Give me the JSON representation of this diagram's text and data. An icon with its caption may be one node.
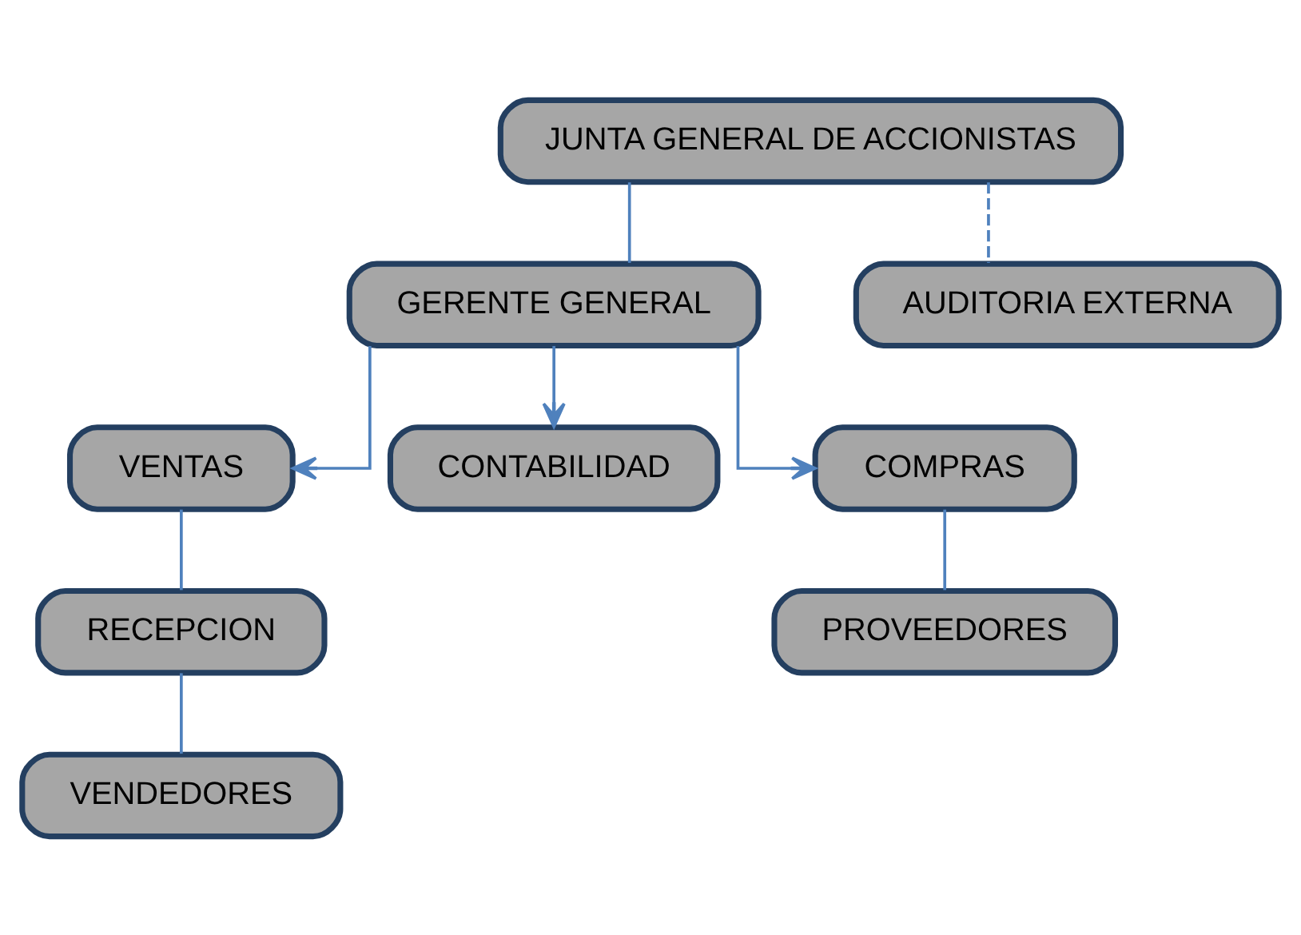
{
  "diagram": {
    "nodes": [
      {
        "text": [
          "JUNTA GENERAL DE ACCIONISTAS"
        ]
      },
      {
        "text": [
          "GERENTE GENERAL"
        ]
      },
      {
        "text": [
          "AUDITORIA EXTERNA"
        ]
      },
      {
        "text": [
          "VENTAS"
        ]
      },
      {
        "text": [
          "CONTABILIDAD"
        ]
      },
      {
        "text": [
          "COMPRAS"
        ]
      },
      {
        "text": [
          "RECEPCION"
        ]
      },
      {
        "text": [
          "PROVEEDORES"
        ]
      },
      {
        "text": [
          "VENDEDORES"
        ]
      }
    ],
    "edges": [
      {
        "from": 0,
        "to": 1,
        "arrow": "none"
      },
      {
        "from": 0,
        "to": 2,
        "arrow": "none",
        "style": "dashed"
      },
      {
        "from": 1,
        "to": 3,
        "arrow": "to"
      },
      {
        "from": 1,
        "to": 4,
        "arrow": "to"
      },
      {
        "from": 1,
        "to": 5,
        "arrow": "to"
      },
      {
        "from": 3,
        "to": 6,
        "arrow": "none"
      },
      {
        "from": 5,
        "to": 7,
        "arrow": "none"
      },
      {
        "from": 6,
        "to": 8,
        "arrow": "none"
      }
    ]
  }
}
